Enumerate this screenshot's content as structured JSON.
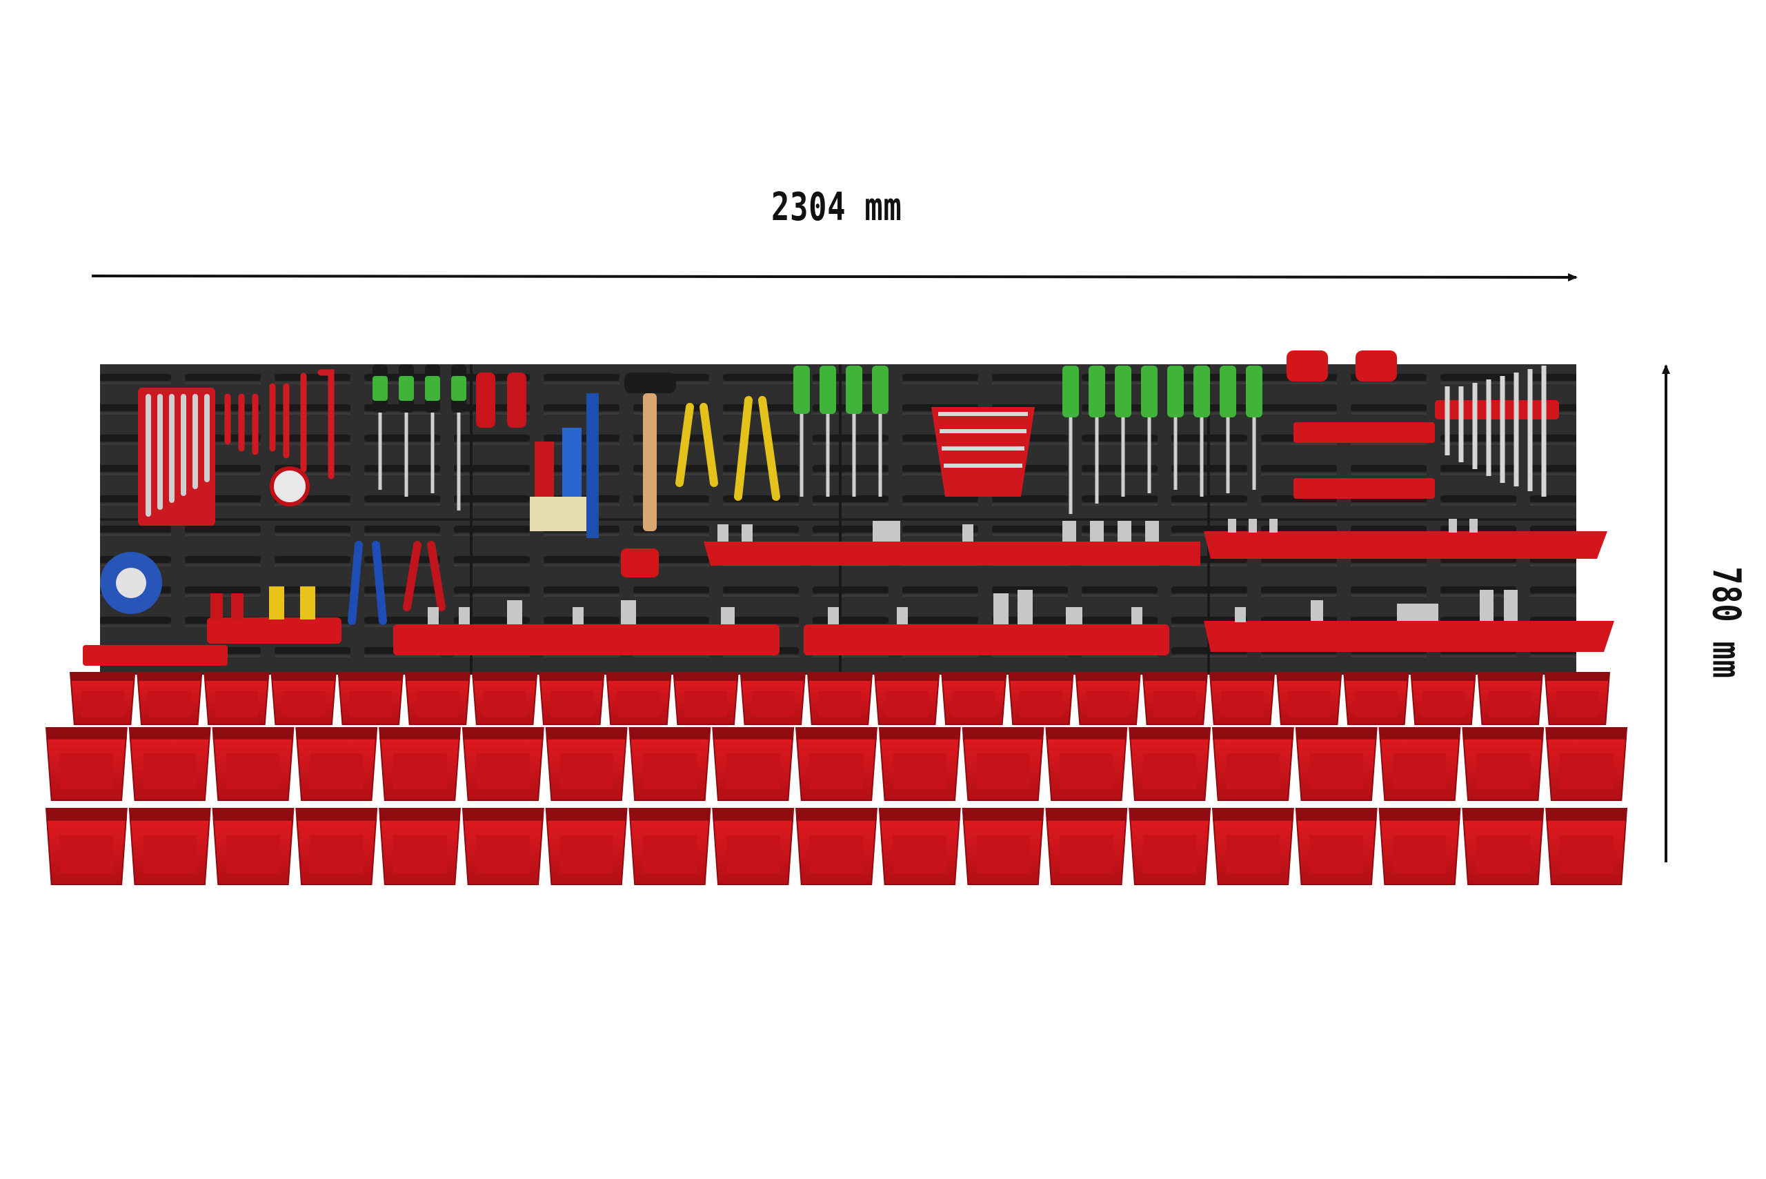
{
  "dimensions": {
    "width_label": "2304 mm",
    "height_label": "780 mm"
  },
  "colors": {
    "panel": "#2b2b2b",
    "panel_slot": "#1c1c1c",
    "bin": "#d8141b",
    "bin_dark": "#8e0b10",
    "tray": "#d3151c",
    "chrome": "#c9c9c9",
    "green_handle": "#3fb33a",
    "arrow": "#111111"
  },
  "bins": {
    "row_counts": [
      23,
      19,
      19
    ]
  }
}
